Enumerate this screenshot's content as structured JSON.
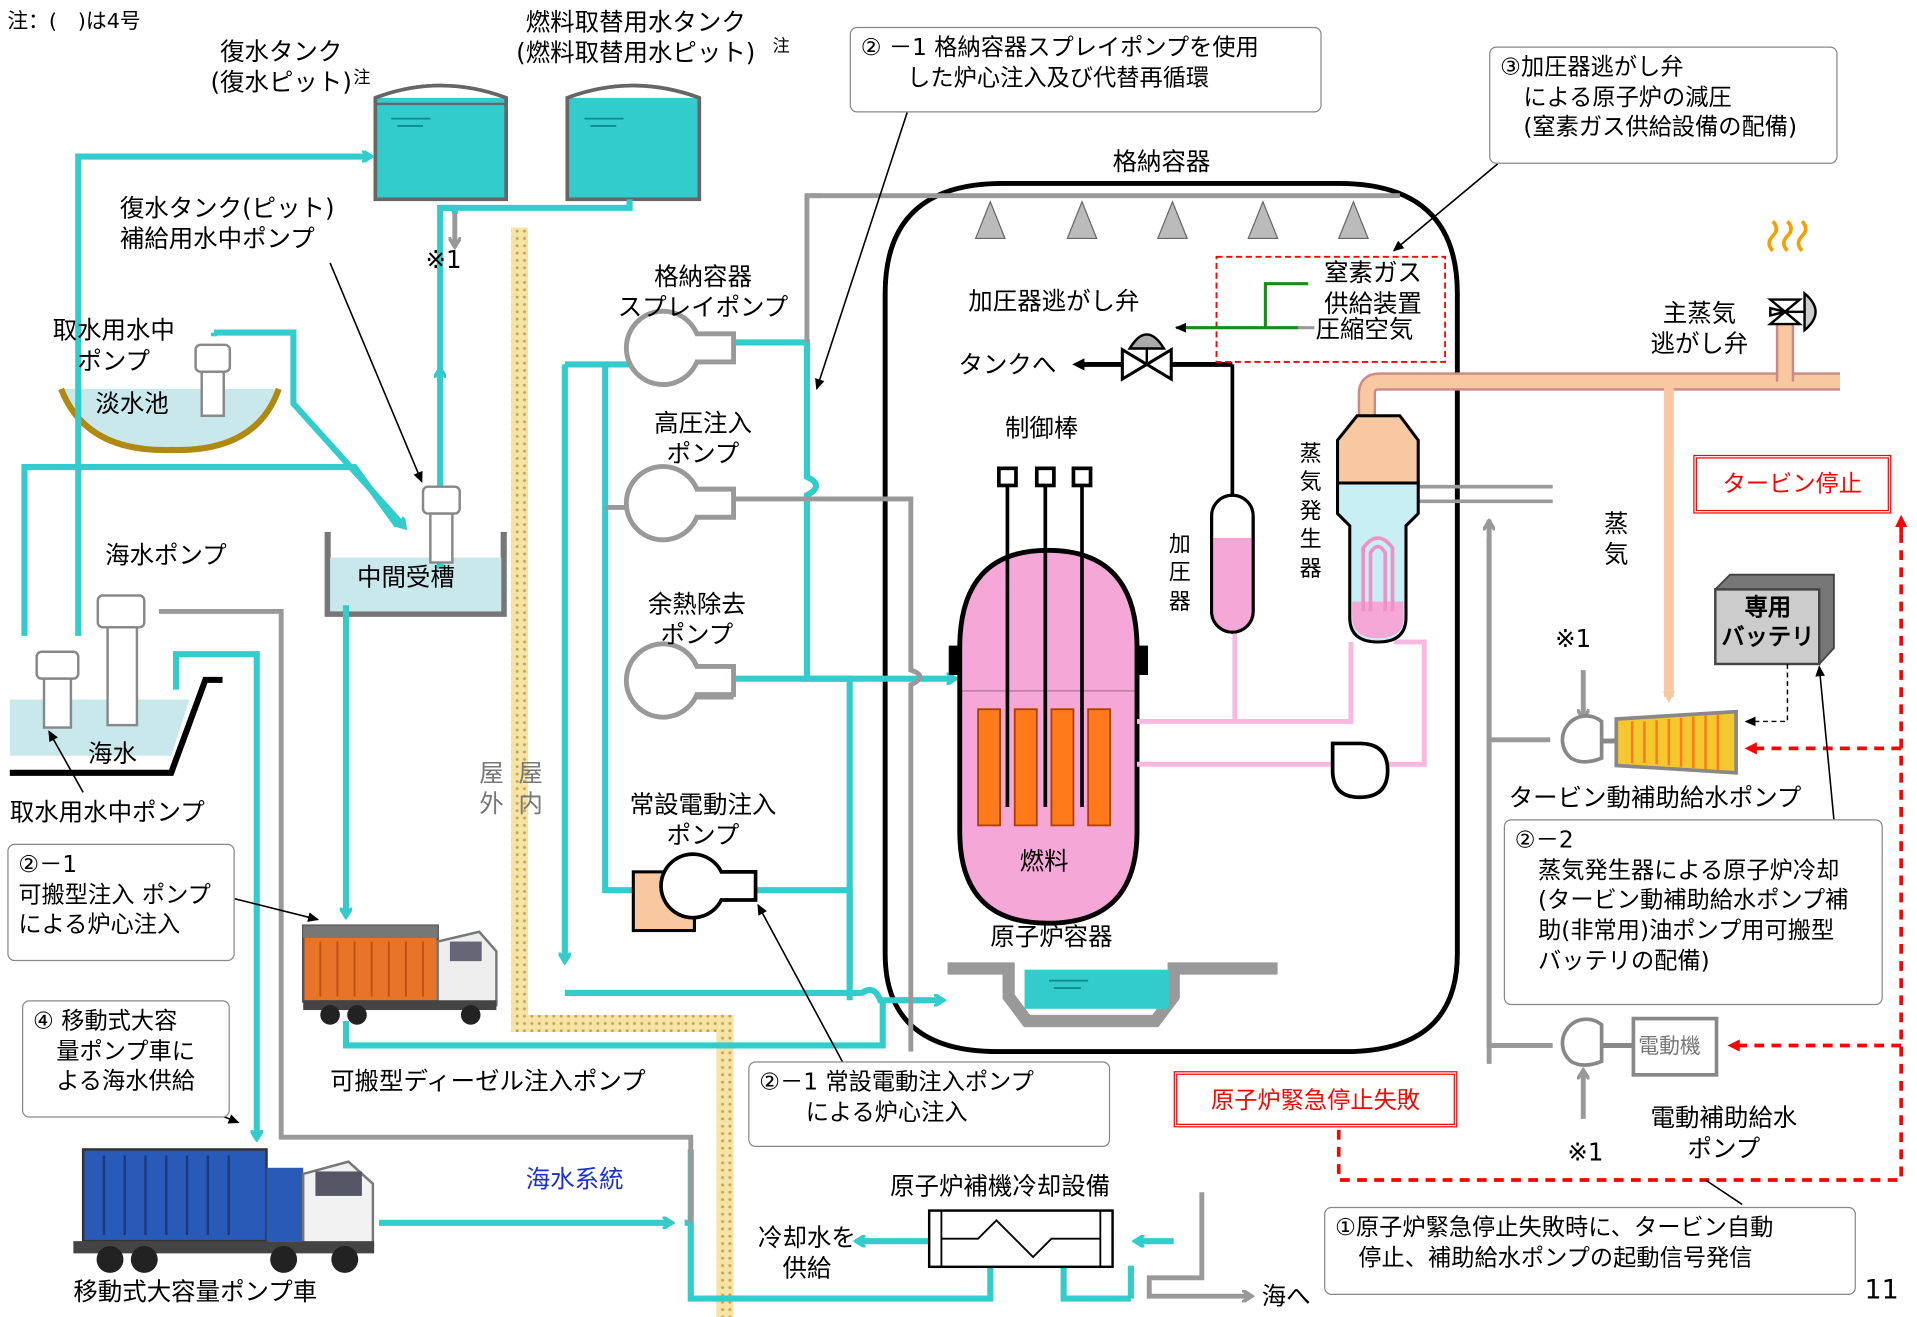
{
  "note": "注：(　)は4号",
  "page_number": "11",
  "labels": {
    "condensate_tank": "復水タンク\n(復水ピット)",
    "chu": "注",
    "fuel_tank": "燃料取替用水タンク\n(燃料取替用水ピット)",
    "replenish_pump": "復水タンク(ピット)\n補給用水中ポンプ",
    "intake_pump_top": "取水用水中\nポンプ",
    "fresh_pond": "淡水池",
    "intermediate_tank": "中間受槽",
    "seawater_pump": "海水ポンプ",
    "seawater": "海水",
    "intake_pump_bottom": "取水用水中ポンプ",
    "cv_spray_pump": "格納容器\nスプレイポンプ",
    "hp_injection_pump": "高圧注入\nポンプ",
    "rhr_pump": "余熱除去\nポンプ",
    "permanent_pump": "常設電動注入\nポンプ",
    "outdoor": "屋\n外",
    "indoor": "屋\n内",
    "portable_diesel_pump": "可搬型ディーゼル注入ポンプ",
    "seawater_system": "海水系統",
    "aux_cooling": "原子炉補機冷却設備",
    "cooling_water": "冷却水を\n供給",
    "to_sea": "海へ",
    "mobile_pump_truck": "移動式大容量ポンプ車",
    "containment": "格納容器",
    "relief_valve": "加圧器逃がし弁",
    "to_tank": "タンクへ",
    "nitrogen": "窒素ガス\n供給装置",
    "compressed_air": "圧縮空気",
    "control_rods": "制御棒",
    "pressurizer": "加\n圧\n器",
    "steam_generator": "蒸\n気\n発\n生\n器",
    "fuel": "燃料",
    "reactor_vessel": "原子炉容器",
    "main_steam_valve": "主蒸気\n逃がし弁",
    "steam": "蒸\n気",
    "turbine_pump": "タービン動補助給水ポンプ",
    "motor": "電動機",
    "motor_pump": "電動補助給水\nポンプ",
    "dedicated_battery": "専用\nバッテリ",
    "kome1": "※1"
  },
  "callouts": {
    "c2_1_spray": "② －1 格納容器スプレイポンプを使用\n　　した炉心注入及び代替再循環",
    "c3": "③加圧器逃がし弁\n　による原子炉の減圧\n　(窒素ガス供給設備の配備)",
    "c2_1_portable": "②－1\n可搬型注入 ポンプ\nによる炉心注入",
    "c4": "④ 移動式大容\n　量ポンプ車に\n　よる海水供給",
    "c2_1_permanent": "②－1 常設電動注入ポンプ\n　　による炉心注入",
    "c2_2": "②－2\n　蒸気発生器による原子炉冷却\n　(タービン動補助給水ポンプ補\n　助(非常用)油ポンプ用可搬型\n　バッテリの配備)",
    "c1": "①原子炉緊急停止失敗時に、タービン自動\n　停止、補助給水ポンプの起動信号発信"
  },
  "alerts": {
    "turbine_stop": "タービン停止",
    "scram_fail": "原子炉緊急停止失敗"
  },
  "colors": {
    "teal": "#33cccc",
    "gray_pipe": "#999999",
    "steam_pipe": "#f8c8a0",
    "pink": "#f8a8d8",
    "alert_red": "#ff0000",
    "green_line": "#1a8a1a",
    "outdoor_strip": "#f0d27a",
    "vessel_fill": "#f5a8d8",
    "fuel_rods": "#ff7a1a",
    "tank_water": "#33cccc"
  }
}
